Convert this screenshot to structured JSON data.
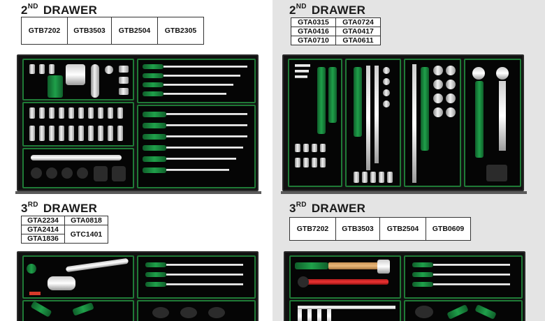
{
  "left": {
    "drawer2": {
      "number": "2",
      "suffix": "ND",
      "word": "DRAWER",
      "codes": [
        [
          "GTB7202",
          "GTB3503",
          "GTB2504",
          "GTB2305"
        ]
      ]
    },
    "drawer3": {
      "number": "3",
      "suffix": "RD",
      "word": "DRAWER",
      "codes": [
        [
          "GTA2234",
          "GTA0818"
        ],
        [
          "GTA2414",
          "GTC1401"
        ],
        [
          "GTA1836"
        ]
      ]
    }
  },
  "right": {
    "drawer2": {
      "number": "2",
      "suffix": "ND",
      "word": "DRAWER",
      "codes": [
        [
          "GTA0315",
          "GTA0724"
        ],
        [
          "GTA0416",
          "GTA0417"
        ],
        [
          "GTA0710",
          "GTA0611"
        ]
      ]
    },
    "drawer3": {
      "number": "3",
      "suffix": "RD",
      "word": "DRAWER",
      "codes": [
        [
          "GTB7202",
          "GTB3503",
          "GTB2504",
          "GTB0609"
        ]
      ]
    }
  },
  "colors": {
    "tray_green": "#1f7a36",
    "handle_green": "#1fa04a",
    "foam": "#050505",
    "right_bg": "#e4e4e4"
  }
}
